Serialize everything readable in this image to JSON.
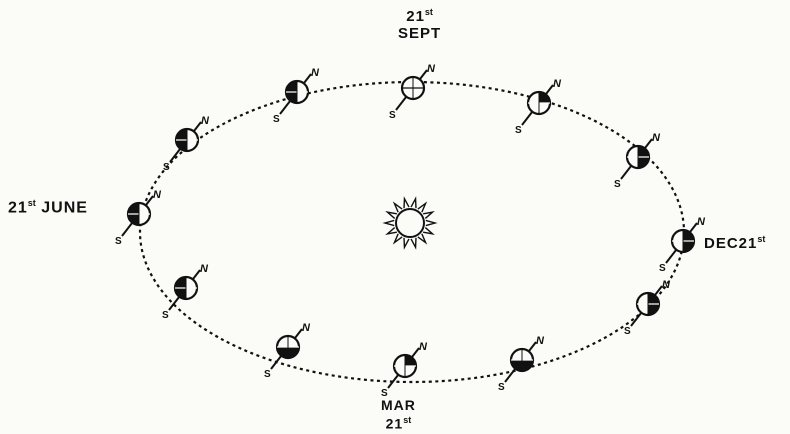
{
  "diagram": {
    "labels": {
      "sept": {
        "num": "21",
        "sup": "st",
        "word": "SEPT"
      },
      "june": {
        "num": "21",
        "sup": "st",
        "word": "JUNE"
      },
      "dec": {
        "word": "DEC",
        "num": "21",
        "sup": "st"
      },
      "mar": {
        "word": "MAR",
        "num": "21",
        "sup": "st"
      }
    },
    "pole_labels": {
      "north": "N",
      "south": "S"
    },
    "colors": {
      "ink": "#111111",
      "paper": "#fbfbf8"
    },
    "icons": {
      "sun": "sun-icon",
      "earth": "earth-globe-icon"
    }
  }
}
